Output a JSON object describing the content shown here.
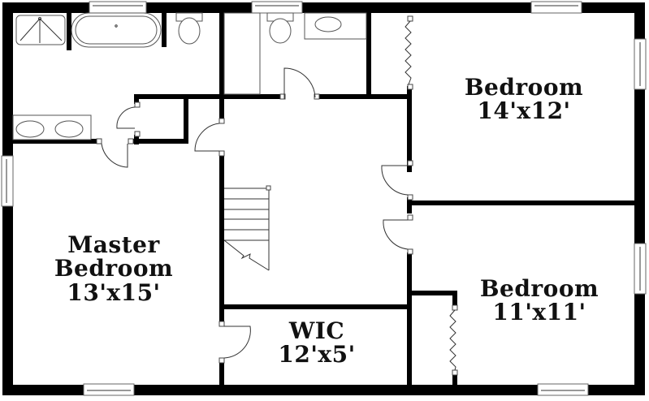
{
  "floor_plan": {
    "title": "",
    "rooms": [
      {
        "id": "bedroom-1",
        "name": "Bedroom",
        "dimensions": "14'x12'"
      },
      {
        "id": "master-bedroom",
        "name_line1": "Master",
        "name_line2": "Bedroom",
        "dimensions": "13'x15'"
      },
      {
        "id": "bedroom-2",
        "name": "Bedroom",
        "dimensions": "11'x11'"
      },
      {
        "id": "wic",
        "name": "WIC",
        "dimensions": "12'x5'"
      }
    ],
    "unlabeled_areas": [
      "master-bath",
      "hall-bath",
      "linen-closet",
      "hallway",
      "stairs",
      "bedroom-1-closet",
      "bedroom-2-closet"
    ],
    "colors": {
      "wall": "#000000",
      "background": "#ffffff",
      "fixture_line": "#555555"
    }
  }
}
